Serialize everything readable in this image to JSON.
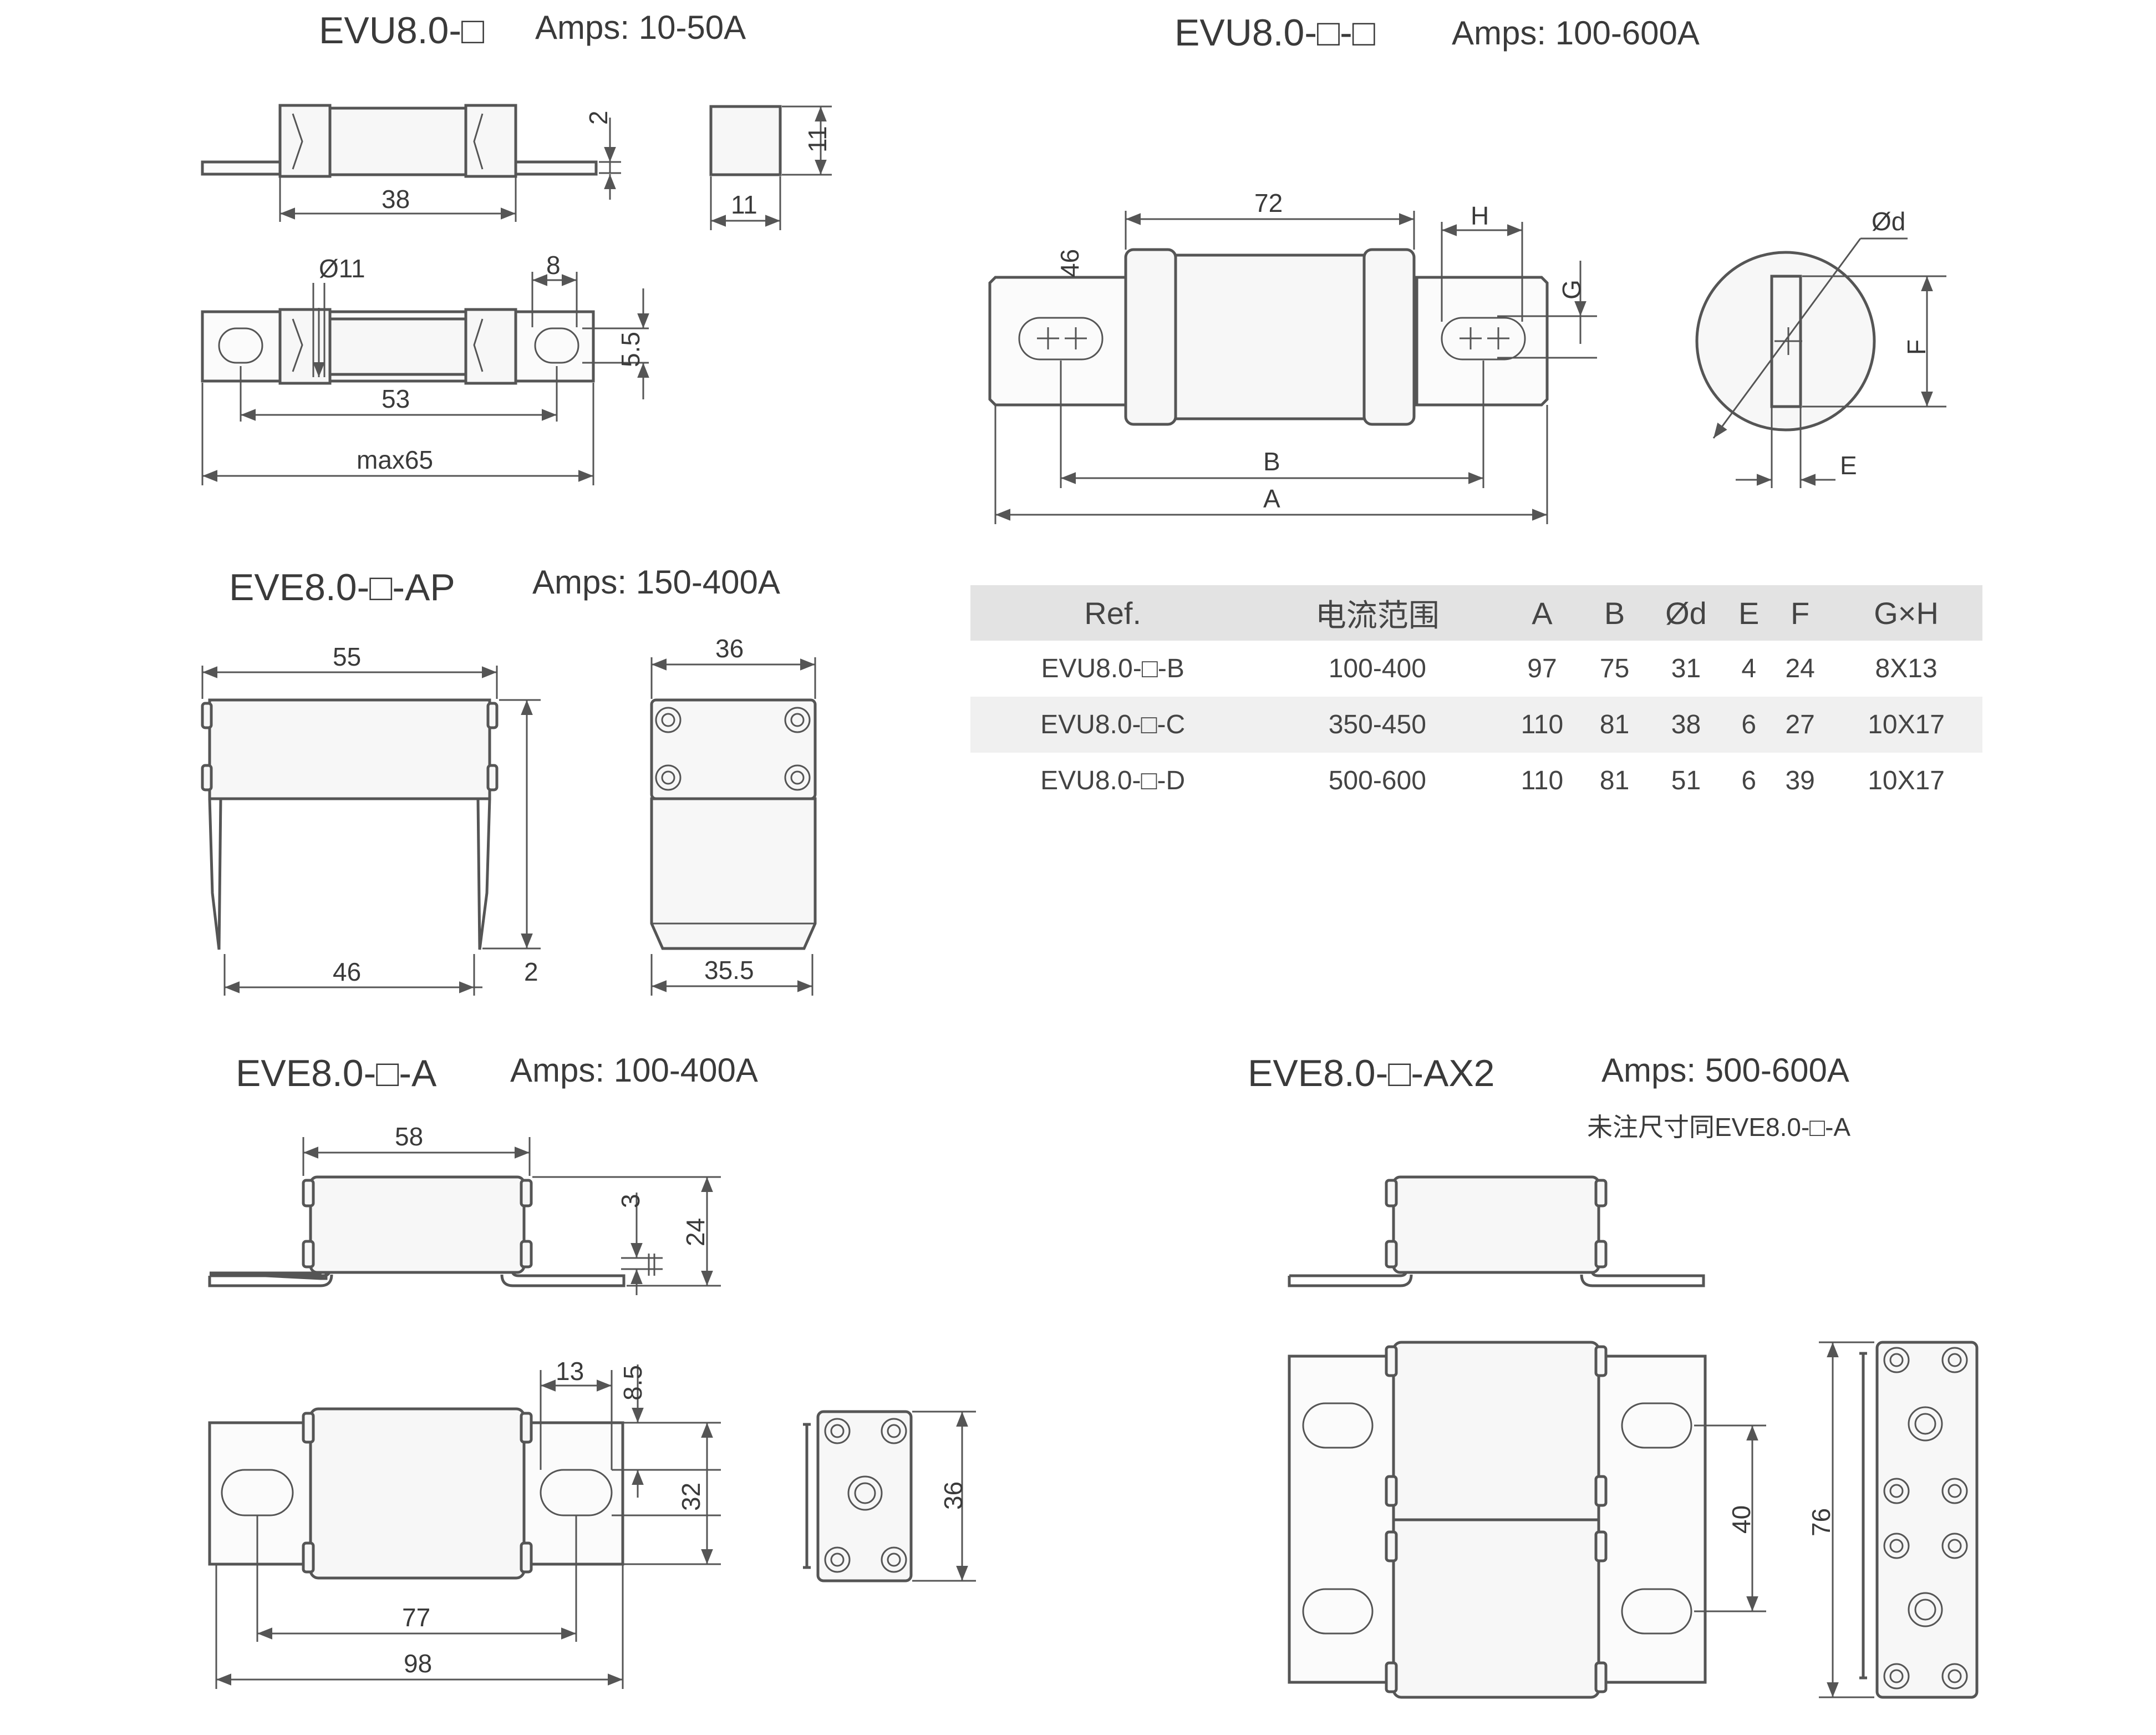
{
  "sections": {
    "evu_small": {
      "model": "EVU8.0-□",
      "amps": "Amps: 10-50A"
    },
    "evu_large": {
      "model": "EVU8.0-□-□",
      "amps": "Amps: 100-600A"
    },
    "eve_ap": {
      "model": "EVE8.0-□-AP",
      "amps": "Amps: 150-400A"
    },
    "eve_a": {
      "model": "EVE8.0-□-A",
      "amps": "Amps: 100-400A"
    },
    "eve_ax2": {
      "model": "EVE8.0-□-AX2",
      "amps": "Amps: 500-600A",
      "note": "未注尺寸同EVE8.0-□-A"
    }
  },
  "dimensions": {
    "evu_small": [
      "2",
      "38",
      "11",
      "11",
      "Ø11",
      "8",
      "5.5",
      "53",
      "max65"
    ],
    "evu_large": [
      "72",
      "H",
      "G",
      "B",
      "A",
      "Ød",
      "F",
      "E"
    ],
    "eve_ap": [
      "55",
      "46",
      "46",
      "2",
      "36",
      "35.5"
    ],
    "eve_a": [
      "58",
      "3",
      "24",
      "13",
      "8.5",
      "32",
      "77",
      "98",
      "36"
    ],
    "eve_ax2": [
      "40",
      "76"
    ]
  },
  "table": {
    "headers": [
      "Ref.",
      "电流范围",
      "A",
      "B",
      "Ød",
      "E",
      "F",
      "G×H"
    ],
    "rows": [
      [
        "EVU8.0-□-B",
        "100-400",
        "97",
        "75",
        "31",
        "4",
        "24",
        "8X13"
      ],
      [
        "EVU8.0-□-C",
        "350-450",
        "110",
        "81",
        "38",
        "6",
        "27",
        "10X17"
      ],
      [
        "EVU8.0-□-D",
        "500-600",
        "110",
        "81",
        "51",
        "6",
        "39",
        "10X17"
      ]
    ]
  }
}
